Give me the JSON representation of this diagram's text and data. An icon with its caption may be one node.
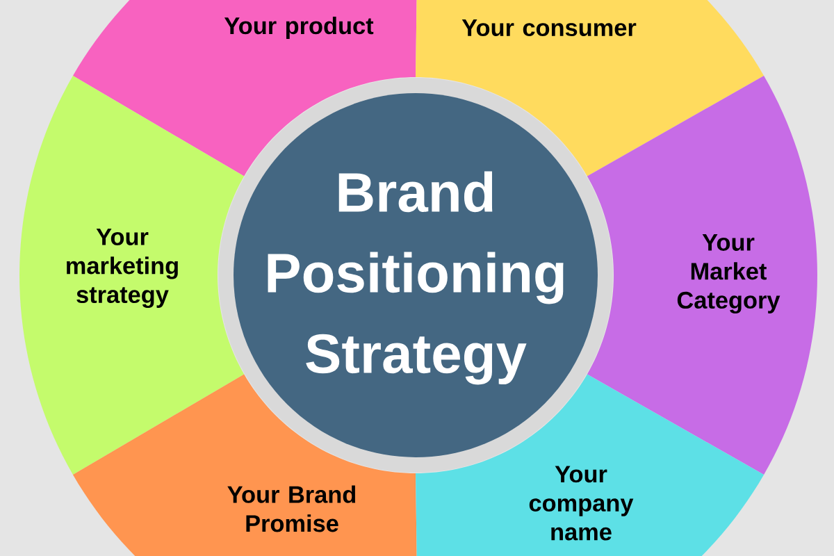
{
  "diagram": {
    "nodes": [
      {
        "text": [
          "Brand Positioning Strategy"
        ]
      },
      {
        "text": [
          "Your product"
        ]
      },
      {
        "text": [
          "Your consumer"
        ]
      },
      {
        "text": [
          "Your marketing strategy"
        ]
      },
      {
        "text": [
          "Your Market Category"
        ]
      },
      {
        "text": [
          "Your Brand Promise"
        ]
      },
      {
        "text": [
          "Your company name"
        ]
      }
    ]
  }
}
